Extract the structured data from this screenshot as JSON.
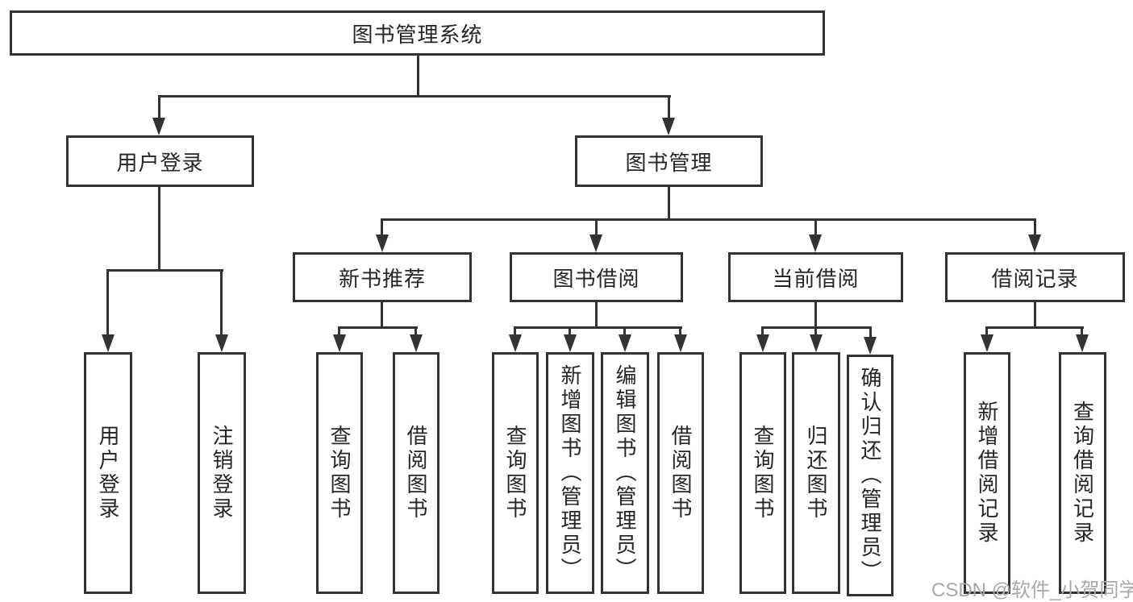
{
  "tree": {
    "root": {
      "label": "图书管理系统"
    },
    "branches": [
      {
        "label": "用户登录",
        "children": [
          {
            "label": "用户登录"
          },
          {
            "label": "注销登录"
          }
        ]
      },
      {
        "label": "图书管理",
        "children": [
          {
            "label": "新书推荐",
            "children": [
              {
                "label": "查询图书"
              },
              {
                "label": "借阅图书"
              }
            ]
          },
          {
            "label": "图书借阅",
            "children": [
              {
                "label": "查询图书"
              },
              {
                "label": "新增图书（管理员）"
              },
              {
                "label": "编辑图书（管理员）"
              },
              {
                "label": "借阅图书"
              }
            ]
          },
          {
            "label": "当前借阅",
            "children": [
              {
                "label": "查询图书"
              },
              {
                "label": "归还图书"
              },
              {
                "label": "确认归还（管理员）"
              }
            ]
          },
          {
            "label": "借阅记录",
            "children": [
              {
                "label": "新增借阅记录"
              },
              {
                "label": "查询借阅记录"
              }
            ]
          }
        ]
      }
    ]
  },
  "watermark": "CSDN @软件_小贺同学",
  "colors": {
    "line": "#333333",
    "text": "#262626",
    "background": "#ffffff",
    "watermark": "#a8a8a8"
  }
}
